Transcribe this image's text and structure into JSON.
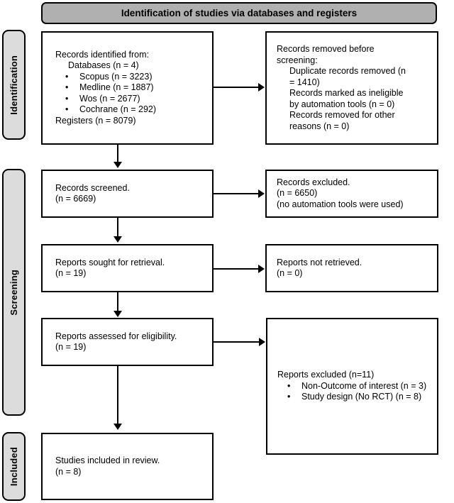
{
  "header": {
    "title": "Identification of studies via databases and registers"
  },
  "stages": [
    {
      "label": "Identification"
    },
    {
      "label": "Screening"
    },
    {
      "label": "Included"
    }
  ],
  "boxes": {
    "identified": {
      "line1": "Records identified from:",
      "line2": "Databases (n = 4)",
      "bullets": [
        "Scopus (n = 3223)",
        "Medline (n = 1887)",
        "Wos (n = 2677)",
        "Cochrane (n = 292)"
      ],
      "line3": "Registers (n = 8079)"
    },
    "removed_before_screening": {
      "line1": "Records removed ",
      "line1_italic": "before",
      "line2_italic": "screening",
      "line2_tail": ":",
      "line3": "Duplicate records removed (n",
      "line4": "= 1410)",
      "line5": "Records marked as ineligible",
      "line6": "by automation tools (n = 0)",
      "line7": "Records removed for other",
      "line8": "reasons (n = 0)"
    },
    "records_screened": {
      "line1": "Records screened.",
      "line2": "(n = 6669)"
    },
    "records_excluded": {
      "line1": "Records excluded.",
      "line2": "(n = 6650)",
      "line3": "(no automation tools were used)"
    },
    "reports_sought": {
      "line1": "Reports sought for retrieval.",
      "line2": "(n = 19)"
    },
    "reports_not_retrieved": {
      "line1": "Reports not retrieved.",
      "line2": "(n = 0)"
    },
    "reports_assessed": {
      "line1": "Reports assessed for eligibility.",
      "line2": "(n = 19)"
    },
    "reports_excluded": {
      "line1": "Reports excluded (n=11)",
      "bullets": [
        "Non-Outcome of interest (n = 3)",
        "Study design (No RCT) (n = 8)"
      ]
    },
    "studies_included": {
      "line1": "Studies included in review.",
      "line2": "(n = 8)"
    }
  },
  "symbols": {
    "bullet": "•"
  },
  "colors": {
    "header_fill": "#b0b0b0",
    "stage_fill": "#dcdcdc",
    "box_fill": "#ffffff",
    "stroke": "#000000"
  }
}
